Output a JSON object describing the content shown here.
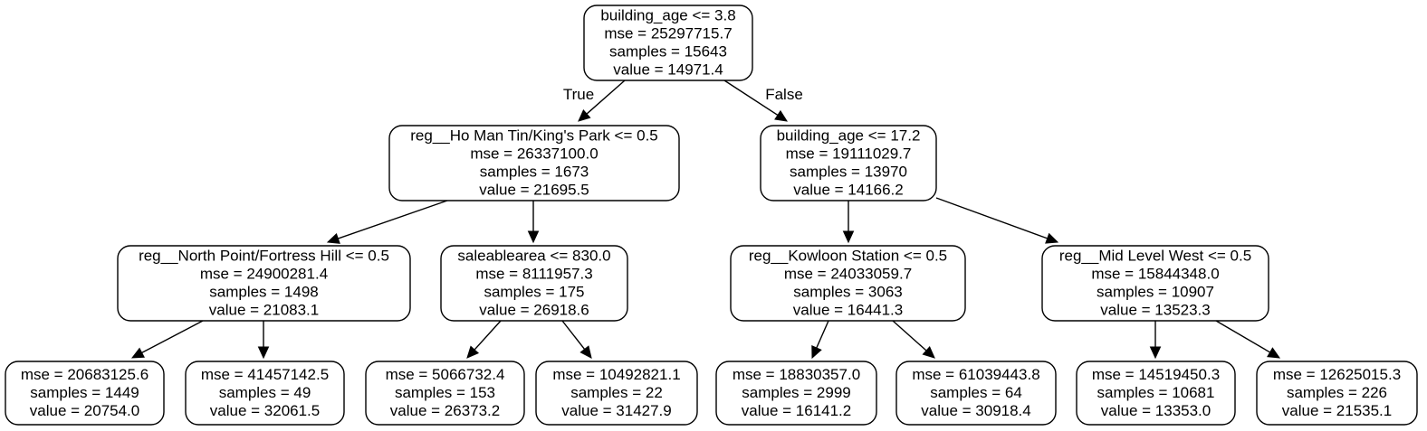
{
  "tree": {
    "nodes": [
      {
        "id": "n0",
        "lines": [
          "building_age <= 3.8",
          "mse = 25297715.7",
          "samples = 15643",
          "value = 14971.4"
        ]
      },
      {
        "id": "n1",
        "lines": [
          "reg__Ho Man Tin/King's Park <= 0.5",
          "mse = 26337100.0",
          "samples = 1673",
          "value = 21695.5"
        ]
      },
      {
        "id": "n2",
        "lines": [
          "building_age <= 17.2",
          "mse = 19111029.7",
          "samples = 13970",
          "value = 14166.2"
        ]
      },
      {
        "id": "n3",
        "lines": [
          "reg__North Point/Fortress Hill <= 0.5",
          "mse = 24900281.4",
          "samples = 1498",
          "value = 21083.1"
        ]
      },
      {
        "id": "n4",
        "lines": [
          "saleablearea <= 830.0",
          "mse = 8111957.3",
          "samples = 175",
          "value = 26918.6"
        ]
      },
      {
        "id": "n5",
        "lines": [
          "reg__Kowloon Station <= 0.5",
          "mse = 24033059.7",
          "samples = 3063",
          "value = 16441.3"
        ]
      },
      {
        "id": "n6",
        "lines": [
          "reg__Mid Level West <= 0.5",
          "mse = 15844348.0",
          "samples = 10907",
          "value = 13523.3"
        ]
      },
      {
        "id": "n7",
        "lines": [
          "mse = 20683125.6",
          "samples = 1449",
          "value = 20754.0"
        ]
      },
      {
        "id": "n8",
        "lines": [
          "mse = 41457142.5",
          "samples = 49",
          "value = 32061.5"
        ]
      },
      {
        "id": "n9",
        "lines": [
          "mse = 5066732.4",
          "samples = 153",
          "value = 26373.2"
        ]
      },
      {
        "id": "n10",
        "lines": [
          "mse = 10492821.1",
          "samples = 22",
          "value = 31427.9"
        ]
      },
      {
        "id": "n11",
        "lines": [
          "mse = 18830357.0",
          "samples = 2999",
          "value = 16141.2"
        ]
      },
      {
        "id": "n12",
        "lines": [
          "mse = 61039443.8",
          "samples = 64",
          "value = 30918.4"
        ]
      },
      {
        "id": "n13",
        "lines": [
          "mse = 14519450.3",
          "samples = 10681",
          "value = 13353.0"
        ]
      },
      {
        "id": "n14",
        "lines": [
          "mse = 12625015.3",
          "samples = 226",
          "value = 21535.1"
        ]
      }
    ],
    "edges": [
      {
        "from": "n0",
        "to": "n1",
        "label": "True"
      },
      {
        "from": "n0",
        "to": "n2",
        "label": "False"
      },
      {
        "from": "n1",
        "to": "n3",
        "label": ""
      },
      {
        "from": "n1",
        "to": "n4",
        "label": ""
      },
      {
        "from": "n2",
        "to": "n5",
        "label": ""
      },
      {
        "from": "n2",
        "to": "n6",
        "label": ""
      },
      {
        "from": "n3",
        "to": "n7",
        "label": ""
      },
      {
        "from": "n3",
        "to": "n8",
        "label": ""
      },
      {
        "from": "n4",
        "to": "n9",
        "label": ""
      },
      {
        "from": "n4",
        "to": "n10",
        "label": ""
      },
      {
        "from": "n5",
        "to": "n11",
        "label": ""
      },
      {
        "from": "n5",
        "to": "n12",
        "label": ""
      },
      {
        "from": "n6",
        "to": "n13",
        "label": ""
      },
      {
        "from": "n6",
        "to": "n14",
        "label": ""
      }
    ]
  }
}
